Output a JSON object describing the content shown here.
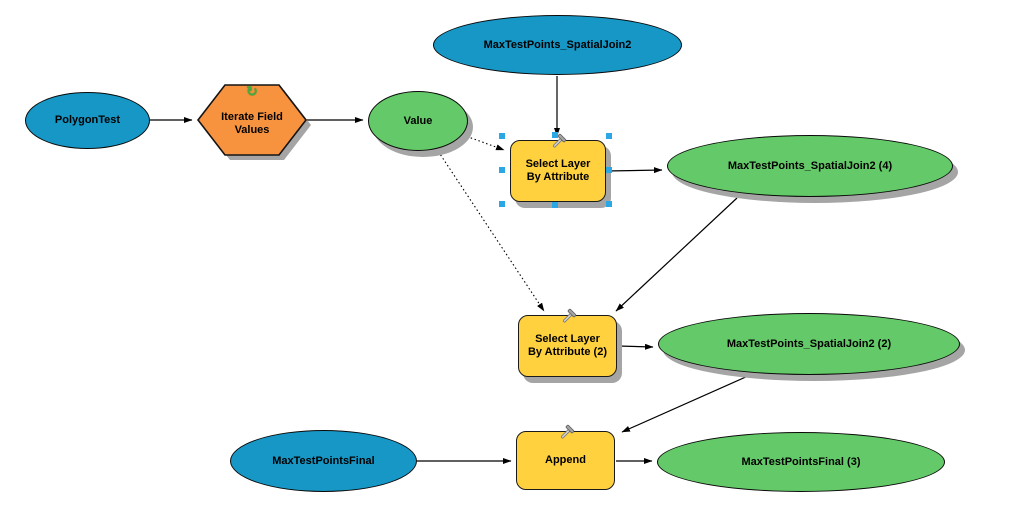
{
  "diagram": {
    "type": "geoprocessing-model-flowchart",
    "colors": {
      "input_data_fill": "#1797C6",
      "derived_data_fill": "#64C968",
      "iterator_fill": "#F7923F",
      "tool_fill": "#FFD13F",
      "node_outline": "#0A0A0A",
      "drop_shadow": "#A5A5A5",
      "selection_handle": "#2AA7E4",
      "connector": "#000000",
      "canvas_background": "#FFFFFF"
    },
    "icons": {
      "iterator": {
        "name": "circular-arrow-icon",
        "glyph": "↻"
      },
      "tool": {
        "name": "hammer-icon"
      }
    },
    "nodes": {
      "polygonTest": {
        "label": "PolygonTest",
        "kind": "input-data",
        "shape": "ellipse"
      },
      "iterator": {
        "line1": "Iterate Field",
        "line2": "Values",
        "kind": "iterator",
        "shape": "hexagon"
      },
      "value": {
        "label": "Value",
        "kind": "derived-data",
        "shape": "ellipse"
      },
      "sjInput": {
        "label": "MaxTestPoints_SpatialJoin2",
        "kind": "input-data",
        "shape": "ellipse"
      },
      "select1": {
        "line1": "Select Layer",
        "line2": "By Attribute",
        "kind": "tool",
        "shape": "rounded-rect",
        "selected": true
      },
      "sj4": {
        "label": "MaxTestPoints_SpatialJoin2 (4)",
        "kind": "derived-data",
        "shape": "ellipse"
      },
      "select2": {
        "line1": "Select Layer",
        "line2": "By Attribute (2)",
        "kind": "tool",
        "shape": "rounded-rect"
      },
      "sj2": {
        "label": "MaxTestPoints_SpatialJoin2 (2)",
        "kind": "derived-data",
        "shape": "ellipse"
      },
      "finalInput": {
        "label": "MaxTestPointsFinal",
        "kind": "input-data",
        "shape": "ellipse"
      },
      "append": {
        "label": "Append",
        "kind": "tool",
        "shape": "rounded-rect"
      },
      "final3": {
        "label": "MaxTestPointsFinal (3)",
        "kind": "derived-data",
        "shape": "ellipse"
      }
    },
    "connections": [
      {
        "from": "PolygonTest",
        "to": "Iterate Field Values",
        "style": "solid"
      },
      {
        "from": "Iterate Field Values",
        "to": "Value",
        "style": "solid"
      },
      {
        "from": "Value",
        "to": "Select Layer By Attribute",
        "style": "dotted"
      },
      {
        "from": "Value",
        "to": "Select Layer By Attribute (2)",
        "style": "dotted"
      },
      {
        "from": "MaxTestPoints_SpatialJoin2",
        "to": "Select Layer By Attribute",
        "style": "solid"
      },
      {
        "from": "Select Layer By Attribute",
        "to": "MaxTestPoints_SpatialJoin2 (4)",
        "style": "solid"
      },
      {
        "from": "MaxTestPoints_SpatialJoin2 (4)",
        "to": "Select Layer By Attribute (2)",
        "style": "solid"
      },
      {
        "from": "Select Layer By Attribute (2)",
        "to": "MaxTestPoints_SpatialJoin2 (2)",
        "style": "solid"
      },
      {
        "from": "MaxTestPoints_SpatialJoin2 (2)",
        "to": "Append",
        "style": "solid"
      },
      {
        "from": "MaxTestPointsFinal",
        "to": "Append",
        "style": "solid"
      },
      {
        "from": "Append",
        "to": "MaxTestPointsFinal (3)",
        "style": "solid"
      }
    ],
    "selection": {
      "selected_node": "Select Layer By Attribute",
      "handle_count": 8
    }
  }
}
